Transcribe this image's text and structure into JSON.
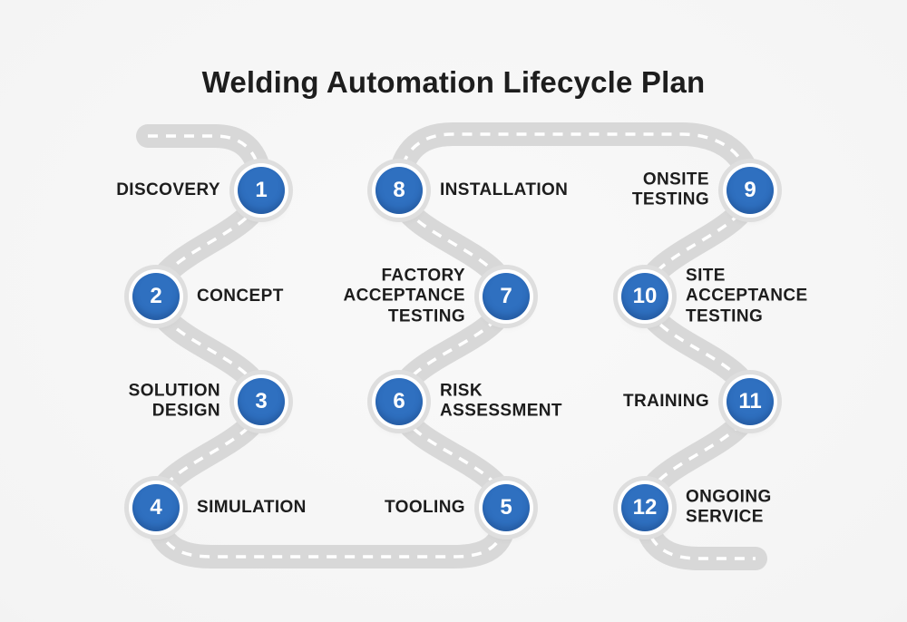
{
  "title": "Welding Automation Lifecycle Plan",
  "colors": {
    "accent": "#2f70c0",
    "node_halo": "#dedede",
    "road": "#d8d8d8",
    "road_dash": "#ffffff",
    "text": "#1d1d1d"
  },
  "steps": [
    {
      "number": "1",
      "label": "DISCOVERY"
    },
    {
      "number": "2",
      "label": "CONCEPT"
    },
    {
      "number": "3",
      "label": "SOLUTION\nDESIGN"
    },
    {
      "number": "4",
      "label": "SIMULATION"
    },
    {
      "number": "5",
      "label": "TOOLING"
    },
    {
      "number": "6",
      "label": "RISK\nASSESSMENT"
    },
    {
      "number": "7",
      "label": "FACTORY\nACCEPTANCE\nTESTING"
    },
    {
      "number": "8",
      "label": "INSTALLATION"
    },
    {
      "number": "9",
      "label": "ONSITE\nTESTING"
    },
    {
      "number": "10",
      "label": "SITE\nACCEPTANCE\nTESTING"
    },
    {
      "number": "11",
      "label": "TRAINING"
    },
    {
      "number": "12",
      "label": "ONGOING\nSERVICE"
    }
  ]
}
